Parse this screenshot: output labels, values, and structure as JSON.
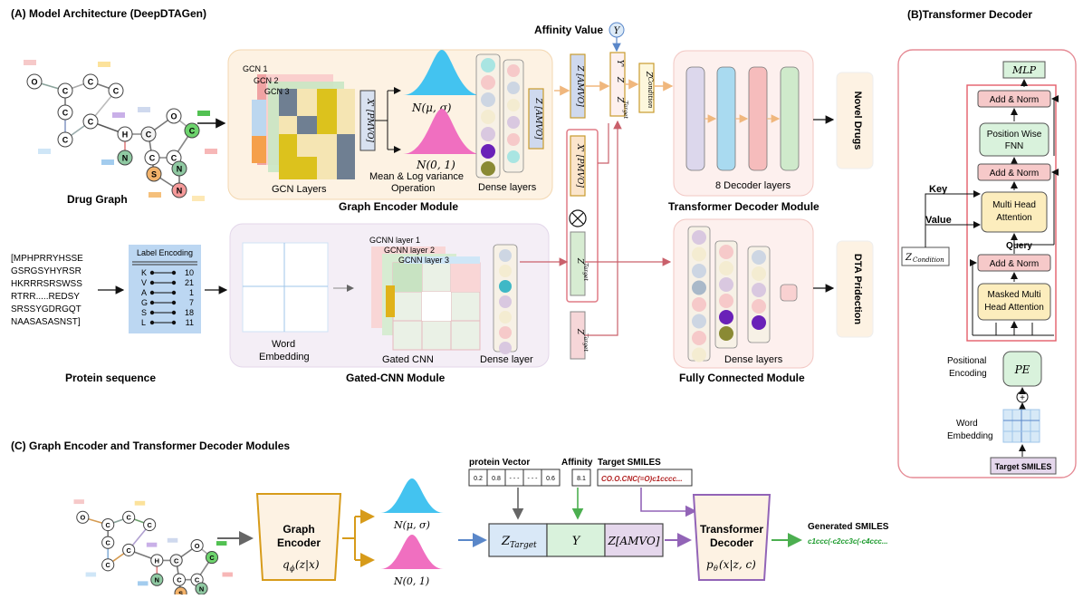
{
  "colors": {
    "panel_orange": "#fdf2e3",
    "panel_purple": "#f4eef6",
    "panel_pink": "#fdf0ee",
    "arrow_orange": "#f0b77d",
    "arrow_red": "#c9606b",
    "arrow_gold": "#d79b1a",
    "arrow_blue": "#5a87c9",
    "arrow_purple": "#9264b7",
    "arrow_green": "#4caf50",
    "mlp_green": "#d9f2dc",
    "addnorm_red": "#f6c9c9",
    "attn_yellow": "#fcedbd",
    "gaussian_blue": "#43c3f0",
    "gaussian_pink": "#f06fc0",
    "generated_smiles_green": "#1a9a2b",
    "target_smiles_red": "#b22222"
  },
  "sections": {
    "a": "(A) Model Architecture (DeepDTAGen)",
    "b": "(B)Transformer Decoder",
    "c": "(C) Graph Encoder and Transformer Decoder Modules"
  },
  "panel_a": {
    "drug_graph": "Drug Graph",
    "atoms": [
      "O",
      "C",
      "C",
      "C",
      "C",
      "C",
      "C",
      "H",
      "N",
      "C",
      "O",
      "C",
      "C",
      "C",
      "N",
      "S",
      "N"
    ],
    "gcn_labels": [
      "GCN 1",
      "GCN 2",
      "GCN 3"
    ],
    "gcn_layers": "GCN  Layers",
    "x_pmvo": "X' [PMVO]",
    "normal_mu_sigma": "N(μ, σ)",
    "normal_01": "N(0, 1)",
    "mean_logvar": "Mean & Log variance",
    "operation": "Operation",
    "z_amvo": "Z [AMVO]",
    "dense_layers": "Dense layers",
    "graph_encoder_module": "Graph Encoder Module",
    "affinity_value": "Affinity Value",
    "y": "Y",
    "y_prime": "Y'",
    "z": "Z",
    "z_target": "Z",
    "z_target_sub": "Target",
    "z_condition": "Z",
    "z_condition_sub": "Condition",
    "x_prime": "X'",
    "pmvo": "[PMVO]",
    "amvo": "[AMVO]",
    "transformer_decoder_module": "Transformer Decoder Module",
    "decoder_layers": "8 Decoder layers",
    "novel_drugs": "Novel Drugs",
    "protein_sequence_lines": [
      "[MPHPRRYHSSE",
      "GSRGSYHYRSR",
      "HKRRRSRSWSS",
      "RTRR.....REDSY",
      "SRSSYGDRGQT",
      "NAASASASNST]"
    ],
    "protein_sequence": "Protein sequence",
    "label_encoding": "Label Encoding",
    "label_map": [
      {
        "k": "K",
        "v": "10"
      },
      {
        "k": "V",
        "v": "21"
      },
      {
        "k": "A",
        "v": "1"
      },
      {
        "k": "G",
        "v": "7"
      },
      {
        "k": "S",
        "v": "18"
      },
      {
        "k": "L",
        "v": "11"
      }
    ],
    "word_embedding": [
      "Word",
      "Embedding"
    ],
    "gcnn_labels": [
      "GCNN layer 1",
      "GCNN layer 2",
      "GCNN layer 3"
    ],
    "gated_cnn": "Gated CNN",
    "dense_layer": "Dense layer",
    "gated_cnn_module": "Gated-CNN Module",
    "fc_dense_layers": "Dense layers",
    "fully_connected_module": "Fully Connected Module",
    "dta_prediction": "DTA Pridection"
  },
  "panel_b": {
    "mlp": "MLP",
    "add_norm": "Add & Norm",
    "position_wise_fnn": [
      "Position Wise",
      "FNN"
    ],
    "multi_head_attention": [
      "Multi Head",
      "Attention"
    ],
    "masked_multi_head_attention": [
      "Masked Multi",
      "Head Attention"
    ],
    "key": "Key",
    "value": "Value",
    "query": "Query",
    "z_condition": "Z",
    "z_condition_sub": "Condition",
    "positional_encoding": [
      "Positional",
      "Encoding"
    ],
    "pe": "PE",
    "plus": "+",
    "word_embedding": [
      "Word",
      "Embedding"
    ],
    "target_smiles": "Target SMILES"
  },
  "panel_c": {
    "graph_encoder": [
      "Graph",
      "Encoder"
    ],
    "q_phi": "q",
    "q_phi_sub": "ϕ",
    "q_phi_tail": "(z|x)",
    "normal_mu_sigma": "N(μ, σ)",
    "normal_01": "N(0, 1)",
    "protein_vector": "protein Vector",
    "protein_vector_cells": [
      "0.2",
      "0.8",
      "- - -",
      "- - -",
      "0.6"
    ],
    "affinity": "Affinity",
    "affinity_cell": "8.1",
    "target_smiles": "Target SMILES",
    "target_smiles_value": "CO.O.CNC(=O)c1cccc...",
    "z_target": "Z",
    "z_target_sub": "Target",
    "y": "Y",
    "z_amvo": "Z[AMVO]",
    "transformer_decoder": [
      "Transformer",
      "Decoder"
    ],
    "p_theta": "p",
    "p_theta_sub": "θ",
    "p_theta_tail": "(x|z, c)",
    "generated_smiles": "Generated SMILES",
    "generated_smiles_value": "c1ccc(-c2cc3c(-c4ccc..."
  }
}
